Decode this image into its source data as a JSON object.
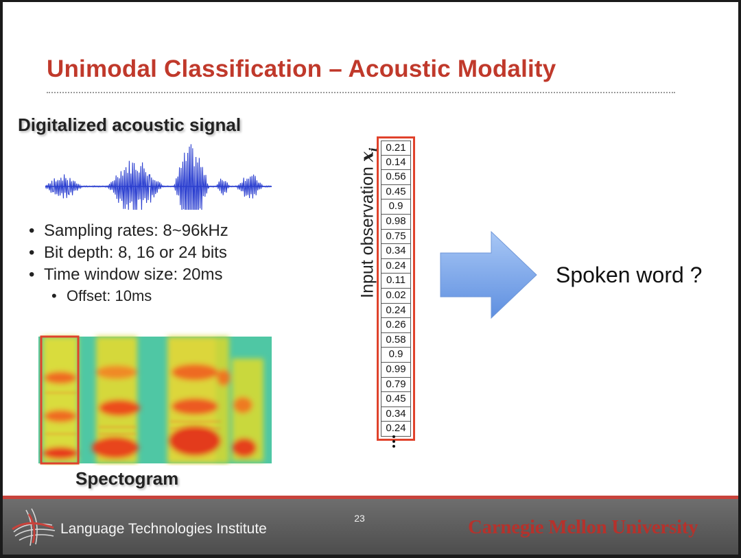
{
  "slide": {
    "title": "Unimodal Classification – Acoustic Modality",
    "signal_heading": "Digitalized acoustic signal",
    "bullets": [
      "Sampling rates: 8~96kHz",
      "Bit depth: 8, 16 or 24 bits",
      "Time window size: 20ms"
    ],
    "sub_bullet": "Offset: 10ms",
    "spectrogram_label": "Spectogram",
    "observation_label": "Input observation",
    "observation_var": "x",
    "observation_sub": "i",
    "observation_values": [
      "0.21",
      "0.14",
      "0.56",
      "0.45",
      "0.9",
      "0.98",
      "0.75",
      "0.34",
      "0.24",
      "0.11",
      "0.02",
      "0.24",
      "0.26",
      "0.58",
      "0.9",
      "0.99",
      "0.79",
      "0.45",
      "0.34",
      "0.24"
    ],
    "result": "Spoken word ?"
  },
  "footer": {
    "institute": "Language Technologies Institute",
    "page_number": "23",
    "university": "Carnegie Mellon University"
  },
  "colors": {
    "title": "#c0392b",
    "accent_red": "#e0422b",
    "waveform": "#2b3fd0",
    "arrow": "#7ba6e8",
    "footer": "#5a5a5a"
  },
  "icons": {
    "logo": "lti-swirl-logo-icon",
    "arrow": "right-arrow-icon"
  }
}
